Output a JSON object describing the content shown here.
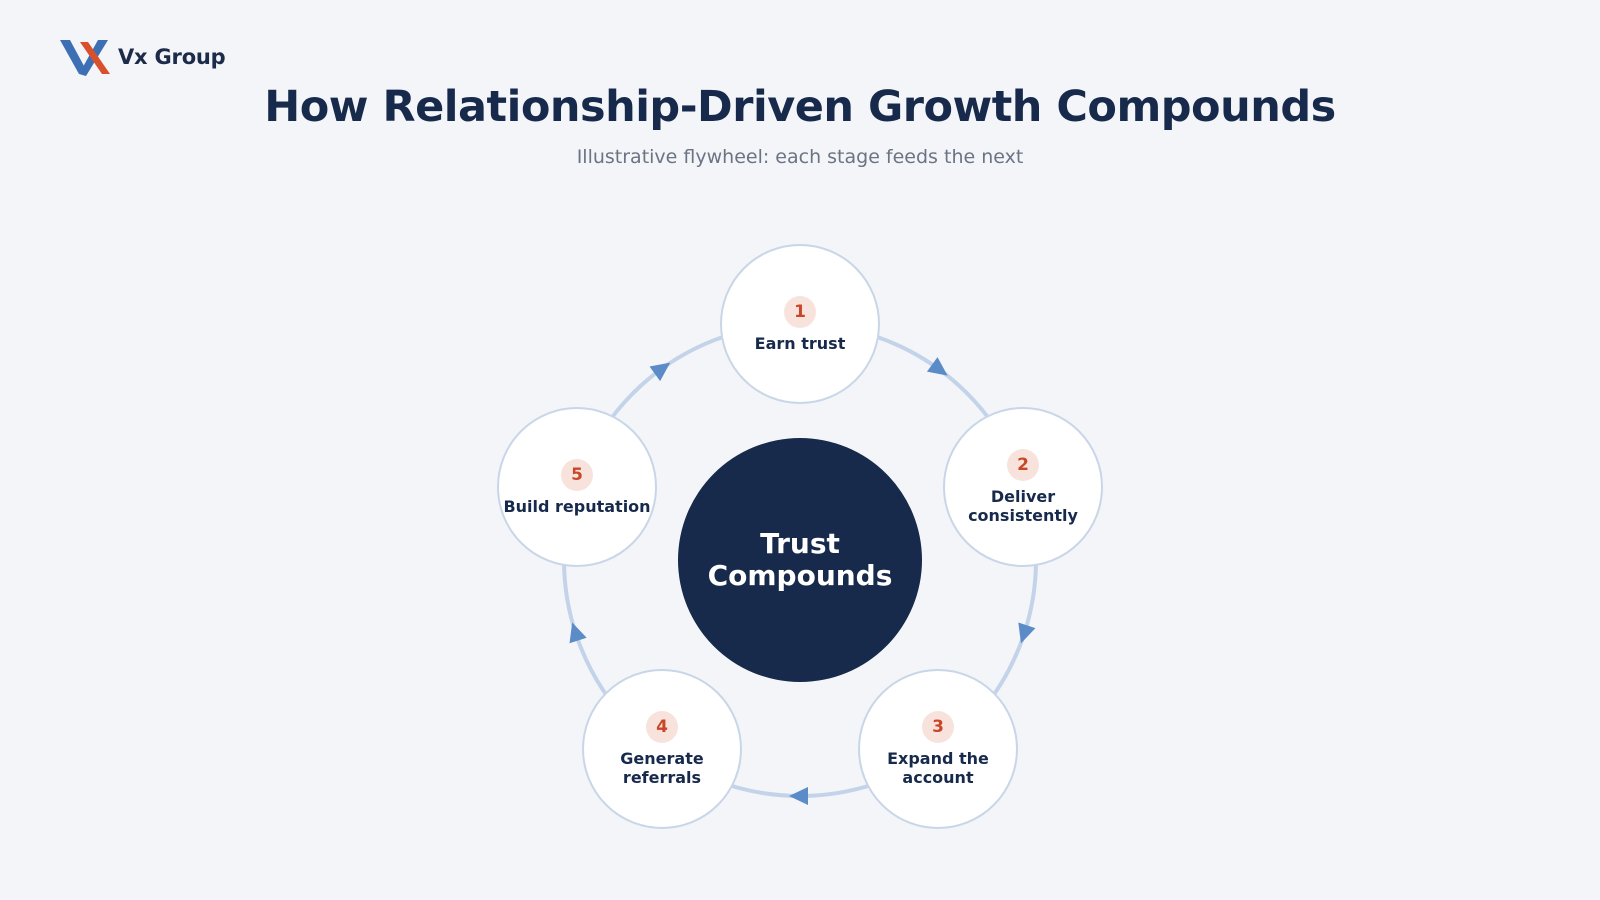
{
  "brand": {
    "name": "Vx Group",
    "accent_blue": "#3c6fb4",
    "accent_red": "#d9502d"
  },
  "header": {
    "title": "How Relationship-Driven Growth Compounds",
    "subtitle": "Illustrative flywheel: each stage feeds the next"
  },
  "hub": {
    "label": "Trust\nCompounds"
  },
  "stages": [
    {
      "number": "1",
      "label": "Earn trust"
    },
    {
      "number": "2",
      "label": "Deliver\nconsistently"
    },
    {
      "number": "3",
      "label": "Expand the\naccount"
    },
    {
      "number": "4",
      "label": "Generate\nreferrals"
    },
    {
      "number": "5",
      "label": "Build reputation"
    }
  ],
  "colors": {
    "ring": "#c3d3ea",
    "arrow": "#5b8cc8",
    "hub": "#172a4c",
    "badge_bg": "#f8e3dc",
    "badge_text": "#c8472a"
  },
  "icons": [
    "vx-logo-icon",
    "flow-arrow-icon"
  ]
}
